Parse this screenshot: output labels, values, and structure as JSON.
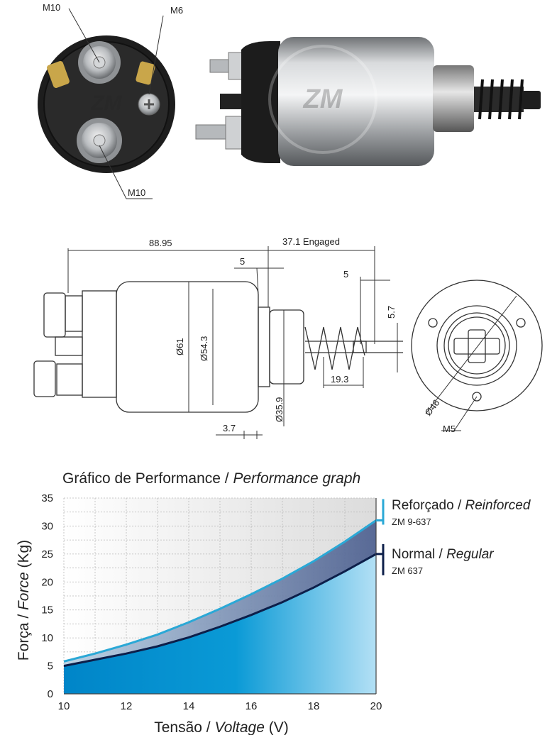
{
  "photos": {
    "end_view_labels": {
      "m10_top": "M10",
      "m6": "M6",
      "m10_bottom": "M10"
    },
    "watermark": "ZM"
  },
  "drawing": {
    "overall_length": "88.95",
    "engaged": "37.1 Engaged",
    "gap_5_left": "5",
    "gap_5_right": "5",
    "plunger_offset": "5.7",
    "body_diameter": "Ø61",
    "inner_diameter": "Ø54.3",
    "nose_diameter": "Ø35.9",
    "spring_length": "19.3",
    "flange_thickness": "3.7",
    "bolt_circle": "Ø46",
    "thread_m5": "M5"
  },
  "graph": {
    "title_pt": "Gráfico de Performance / ",
    "title_en": "Performance graph",
    "xlabel_pt": "Tensão / ",
    "xlabel_en": "Voltage",
    "xlabel_unit": " (V)",
    "ylabel_pt": "Força / ",
    "ylabel_en": "Force",
    "ylabel_unit": " (Kg)",
    "series": [
      {
        "label_pt": "Reforçado / ",
        "label_en": "Reinforced",
        "code": "ZM 9-637",
        "color": "#2aa8d6"
      },
      {
        "label_pt": "Normal / ",
        "label_en": "Regular",
        "code": "ZM 637",
        "color": "#0d1f4a"
      }
    ]
  },
  "chart_data": {
    "type": "area",
    "title": "Gráfico de Performance / Performance graph",
    "xlabel": "Tensão / Voltage (V)",
    "ylabel": "Força / Force (Kg)",
    "xlim": [
      10,
      20
    ],
    "ylim": [
      0,
      35
    ],
    "xticks": [
      10,
      12,
      14,
      16,
      18,
      20
    ],
    "yticks": [
      0,
      5,
      10,
      15,
      20,
      25,
      30,
      35
    ],
    "grid": true,
    "x": [
      10,
      11,
      12,
      13,
      14,
      15,
      16,
      17,
      18,
      19,
      20
    ],
    "series": [
      {
        "name": "Reforçado / Reinforced (ZM 9-637)",
        "values": [
          5.8,
          7.2,
          8.8,
          10.6,
          12.8,
          15.2,
          17.8,
          20.6,
          23.7,
          27.2,
          31.0
        ]
      },
      {
        "name": "Normal / Regular (ZM 637)",
        "values": [
          5.0,
          6.1,
          7.2,
          8.5,
          10.1,
          12.0,
          14.1,
          16.4,
          19.0,
          21.9,
          25.0
        ]
      }
    ]
  }
}
